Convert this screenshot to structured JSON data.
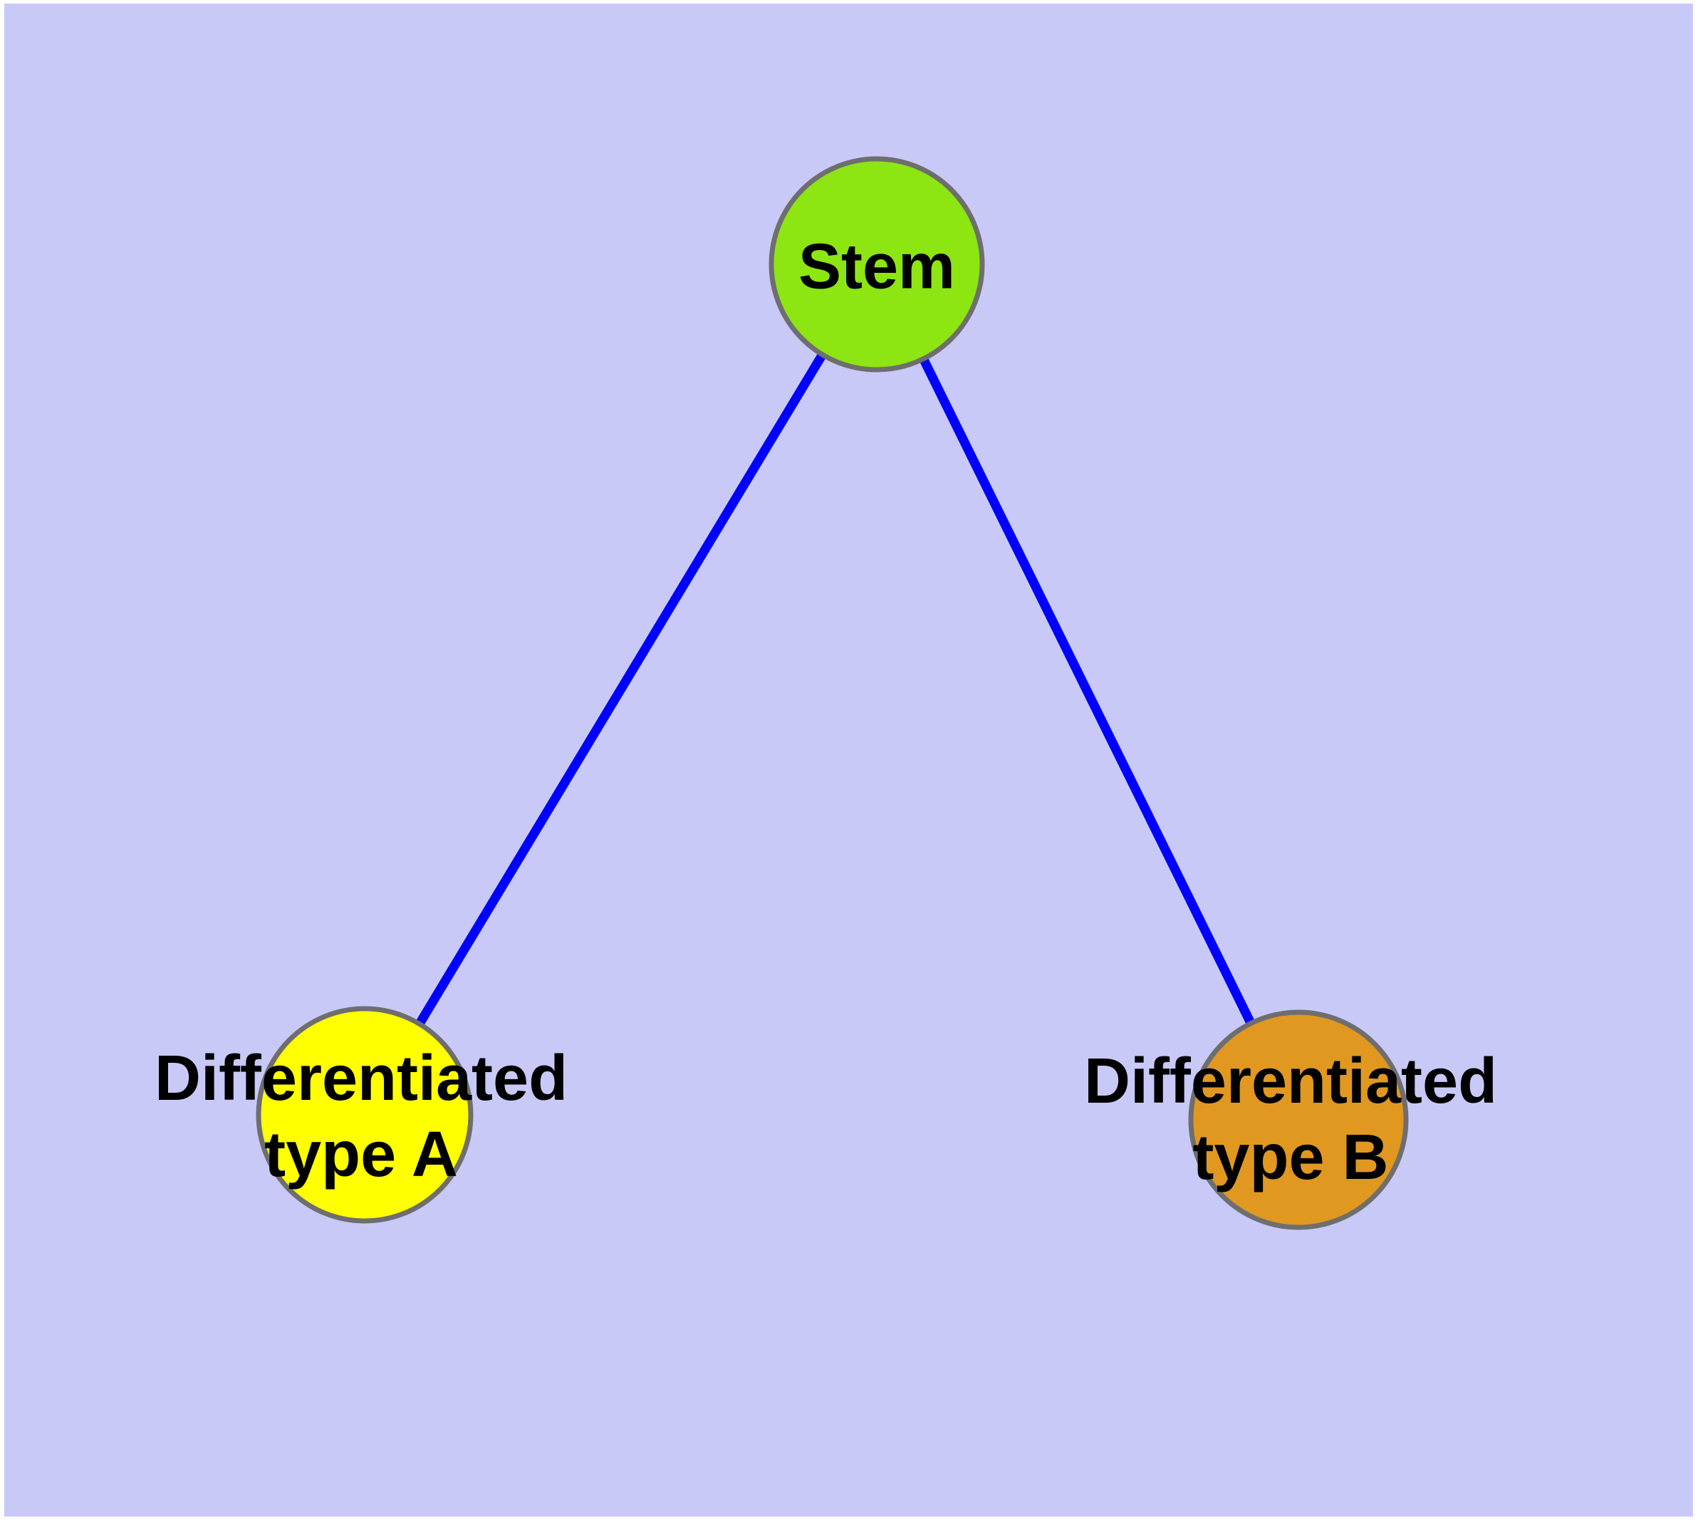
{
  "diagram": {
    "type": "graph",
    "background_color": "#C9C9F8",
    "margin_color": "#FFFFFF",
    "edge_color": "#0000FF",
    "node_border_color": "#6E6E6E",
    "label_color": "#000000",
    "nodes": [
      {
        "id": "stem",
        "label": "Stem",
        "color": "#8DE512",
        "position": "top-center"
      },
      {
        "id": "type-a",
        "label": "Differentiated\ntype A",
        "color": "#FFFF00",
        "position": "bottom-left"
      },
      {
        "id": "type-b",
        "label": "Differentiated\ntype B",
        "color": "#E09820",
        "position": "bottom-right"
      }
    ],
    "edges": [
      {
        "from": "Stem",
        "to": "Differentiated type A"
      },
      {
        "from": "Stem",
        "to": "Differentiated type B"
      }
    ]
  }
}
